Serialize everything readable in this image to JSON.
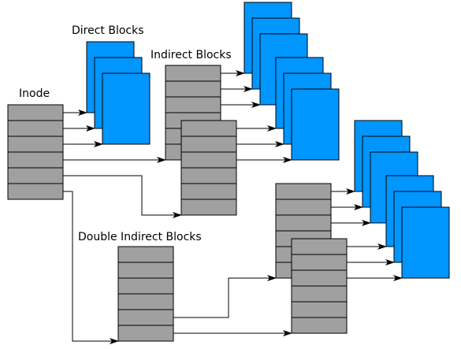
{
  "labels": {
    "inode": "Inode",
    "direct_blocks": "Direct Blocks",
    "indirect_blocks": "Indirect Blocks",
    "double_indirect_blocks": "Double Indirect Blocks"
  },
  "colors": {
    "block_fill": "#0096ff",
    "cell_fill": "#a0a0a0",
    "outline": "#000000"
  }
}
